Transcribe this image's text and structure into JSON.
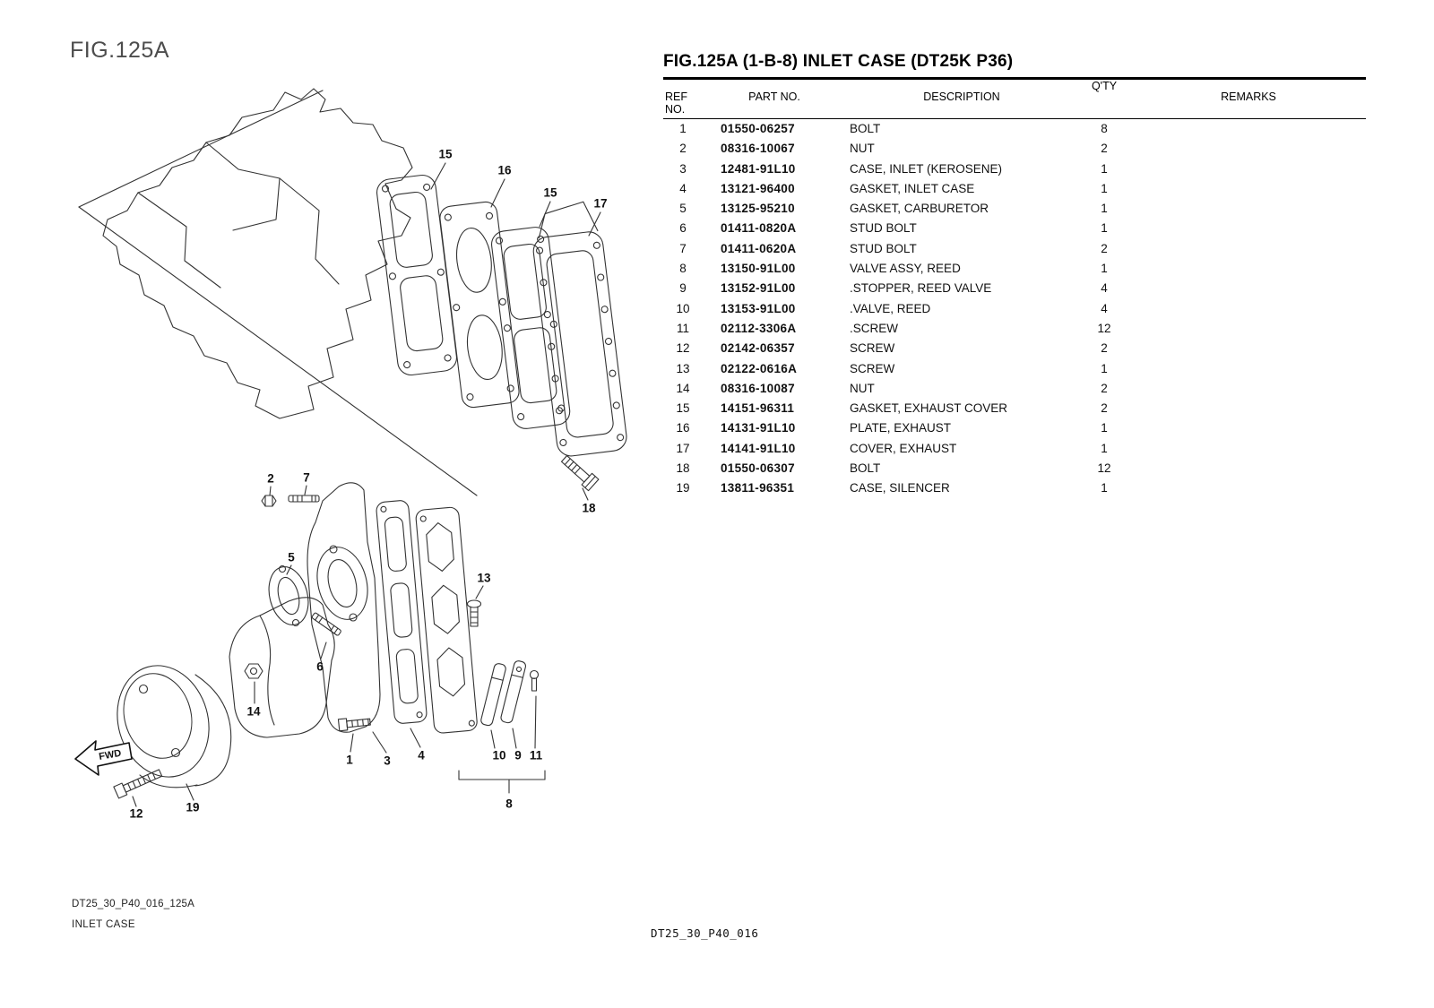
{
  "page": {
    "fig_label": "FIG.125A",
    "footer_file_id": "DT25_30_P40_016_125A",
    "footer_part_name": "INLET CASE",
    "footer_page_code": "DT25_30_P40_016"
  },
  "table": {
    "title": "FIG.125A (1-B-8) INLET CASE (DT25K P36)",
    "headers": {
      "ref": "REF NO.",
      "part": "PART NO.",
      "desc": "DESCRIPTION",
      "qty": "Q'TY",
      "remarks": "REMARKS"
    },
    "rows": [
      {
        "ref": "1",
        "part": "01550-06257",
        "desc": "BOLT",
        "qty": "8",
        "remarks": ""
      },
      {
        "ref": "2",
        "part": "08316-10067",
        "desc": "NUT",
        "qty": "2",
        "remarks": ""
      },
      {
        "ref": "3",
        "part": "12481-91L10",
        "desc": "CASE, INLET (KEROSENE)",
        "qty": "1",
        "remarks": ""
      },
      {
        "ref": "4",
        "part": "13121-96400",
        "desc": "GASKET, INLET CASE",
        "qty": "1",
        "remarks": ""
      },
      {
        "ref": "5",
        "part": "13125-95210",
        "desc": "GASKET, CARBURETOR",
        "qty": "1",
        "remarks": ""
      },
      {
        "ref": "6",
        "part": "01411-0820A",
        "desc": "STUD BOLT",
        "qty": "1",
        "remarks": ""
      },
      {
        "ref": "7",
        "part": "01411-0620A",
        "desc": "STUD BOLT",
        "qty": "2",
        "remarks": ""
      },
      {
        "ref": "8",
        "part": "13150-91L00",
        "desc": "VALVE ASSY, REED",
        "qty": "1",
        "remarks": ""
      },
      {
        "ref": "9",
        "part": "13152-91L00",
        "desc": ".STOPPER, REED VALVE",
        "qty": "4",
        "remarks": ""
      },
      {
        "ref": "10",
        "part": "13153-91L00",
        "desc": ".VALVE, REED",
        "qty": "4",
        "remarks": ""
      },
      {
        "ref": "11",
        "part": "02112-3306A",
        "desc": ".SCREW",
        "qty": "12",
        "remarks": ""
      },
      {
        "ref": "12",
        "part": "02142-06357",
        "desc": "SCREW",
        "qty": "2",
        "remarks": ""
      },
      {
        "ref": "13",
        "part": "02122-0616A",
        "desc": "SCREW",
        "qty": "1",
        "remarks": ""
      },
      {
        "ref": "14",
        "part": "08316-10087",
        "desc": "NUT",
        "qty": "2",
        "remarks": ""
      },
      {
        "ref": "15",
        "part": "14151-96311",
        "desc": "GASKET, EXHAUST COVER",
        "qty": "2",
        "remarks": ""
      },
      {
        "ref": "16",
        "part": "14131-91L10",
        "desc": "PLATE, EXHAUST",
        "qty": "1",
        "remarks": ""
      },
      {
        "ref": "17",
        "part": "14141-91L10",
        "desc": "COVER, EXHAUST",
        "qty": "1",
        "remarks": ""
      },
      {
        "ref": "18",
        "part": "01550-06307",
        "desc": "BOLT",
        "qty": "12",
        "remarks": ""
      },
      {
        "ref": "19",
        "part": "13811-96351",
        "desc": "CASE, SILENCER",
        "qty": "1",
        "remarks": ""
      }
    ]
  },
  "diagram": {
    "fwd_label": "FWD",
    "callouts": [
      "15",
      "16",
      "15",
      "17",
      "18",
      "2",
      "7",
      "5",
      "6",
      "14",
      "13",
      "1",
      "3",
      "4",
      "10",
      "9",
      "11",
      "8",
      "12",
      "19"
    ]
  }
}
